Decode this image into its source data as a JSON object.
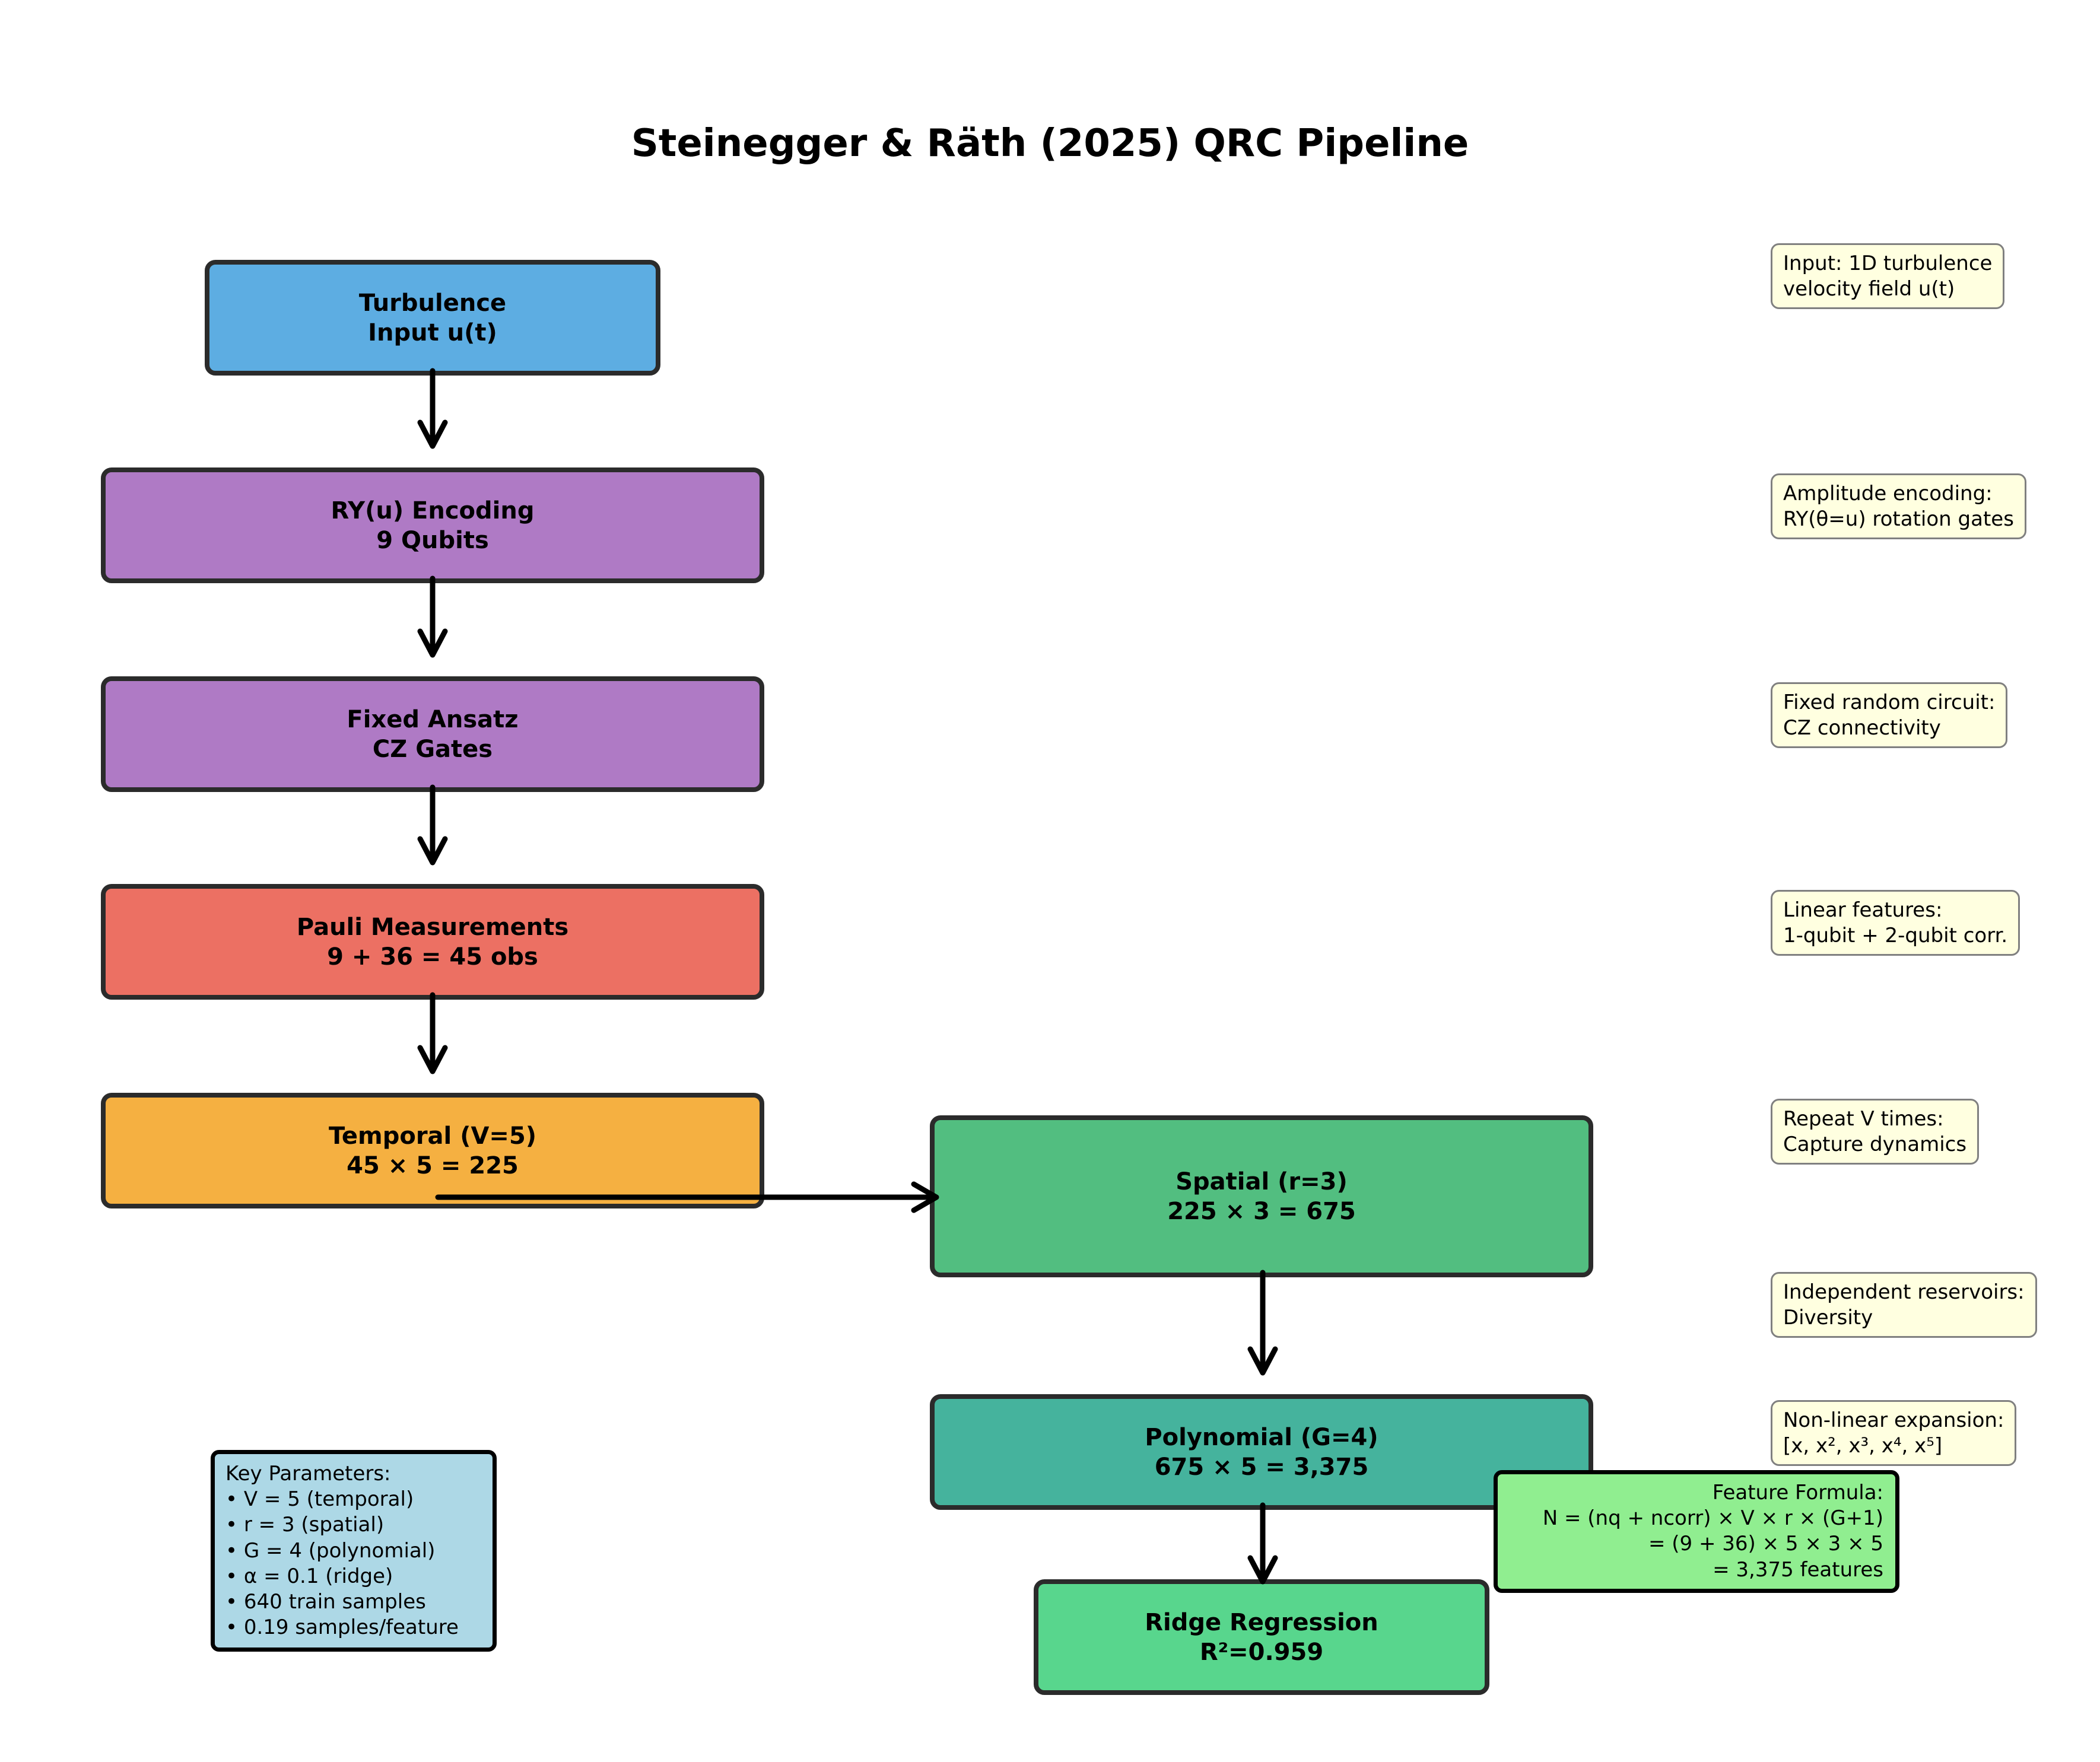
{
  "title": "Steinegger & Räth (2025) QRC Pipeline",
  "colors": {
    "turbulence": "#5dade2",
    "encoding": "#af7ac5",
    "ansatz": "#af7ac5",
    "measure": "#ec7063",
    "temporal": "#f5b041",
    "spatial": "#52be80",
    "polynomial": "#45b39d",
    "ridge": "#58d68d",
    "note_bg": "#ffffe0",
    "params_bg": "#add8e6",
    "formula_bg": "#90ee90"
  },
  "nodes": {
    "turbulence": {
      "line1": "Turbulence",
      "line2": "Input u(t)"
    },
    "encoding": {
      "line1": "RY(u) Encoding",
      "line2": "9 Qubits"
    },
    "ansatz": {
      "line1": "Fixed Ansatz",
      "line2": "CZ Gates"
    },
    "measure": {
      "line1": "Pauli Measurements",
      "line2": "9 + 36 = 45 obs"
    },
    "temporal": {
      "line1": "Temporal (V=5)",
      "line2": "45 × 5 = 225"
    },
    "spatial": {
      "line1": "Spatial (r=3)",
      "line2": "225 × 3 = 675"
    },
    "polynomial": {
      "line1": "Polynomial (G=4)",
      "line2": "675 × 5 = 3,375"
    },
    "ridge": {
      "line1": "Ridge Regression",
      "line2": "R²=0.959"
    }
  },
  "notes": {
    "input": {
      "line1": "Input: 1D turbulence",
      "line2": "velocity field u(t)"
    },
    "amplitude": {
      "line1": "Amplitude encoding:",
      "line2": "RY(θ=u) rotation gates"
    },
    "fixed": {
      "line1": "Fixed random circuit:",
      "line2": "CZ connectivity"
    },
    "linear": {
      "line1": "Linear features:",
      "line2": "1-qubit + 2-qubit corr."
    },
    "repeat": {
      "line1": "Repeat V times:",
      "line2": "Capture dynamics"
    },
    "independent": {
      "line1": "Independent reservoirs:",
      "line2": "Diversity"
    },
    "nonlinear": {
      "line1": "Non-linear expansion:",
      "line2": "[x, x², x³, x⁴, x⁵]"
    }
  },
  "params": {
    "heading": "Key Parameters:",
    "items": [
      "• V = 5 (temporal)",
      "• r = 3 (spatial)",
      "• G = 4 (polynomial)",
      "• α = 0.1 (ridge)",
      "• 640 train samples",
      "• 0.19 samples/feature"
    ]
  },
  "formula": {
    "line1": "Feature Formula:",
    "line2": "N = (nq + ncorr) × V × r × (G+1)",
    "line3": "= (9 + 36) × 5 × 3 × 5",
    "line4": "= 3,375 features"
  }
}
